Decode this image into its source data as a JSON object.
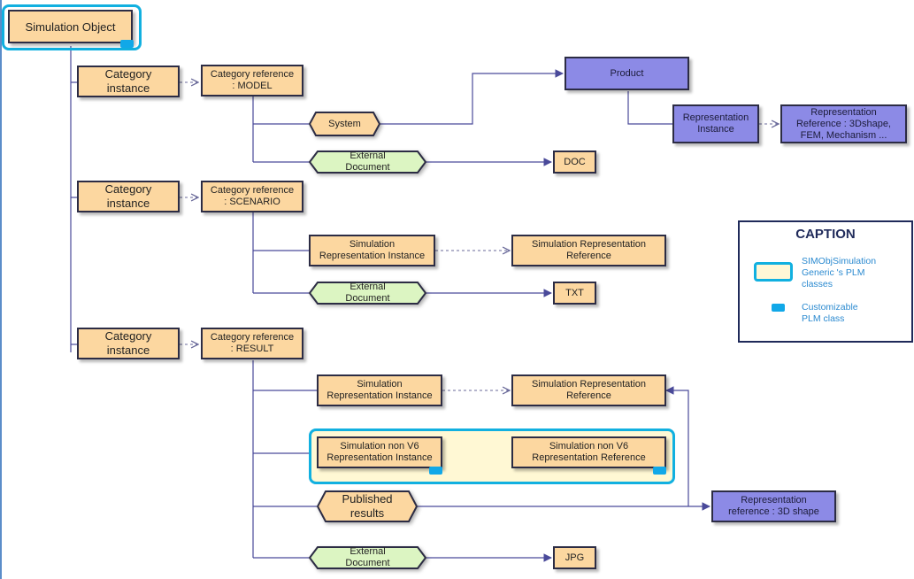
{
  "nodes": {
    "simulation_object": "Simulation Object",
    "cat_inst_model": "Category\ninstance",
    "cat_ref_model": "Category reference\n: MODEL",
    "system": "System",
    "product": "Product",
    "rep_instance": "Representation\nInstance",
    "rep_reference": "Representation\nReference : 3Dshape,\nFEM, Mechanism ...",
    "ext_doc_1": "External\nDocument",
    "doc": "DOC",
    "cat_inst_scenario": "Category\ninstance",
    "cat_ref_scenario": "Category reference\n: SCENARIO",
    "sim_rep_inst_1": "Simulation\nRepresentation Instance",
    "sim_rep_ref_1": "Simulation Representation\nReference",
    "ext_doc_2": "External\nDocument",
    "txt": "TXT",
    "cat_inst_result": "Category\ninstance",
    "cat_ref_result": "Category reference\n: RESULT",
    "sim_rep_inst_2": "Simulation\nRepresentation Instance",
    "sim_rep_ref_2": "Simulation Representation\nReference",
    "nonv6_inst": "Simulation non V6\nRepresentation Instance",
    "nonv6_ref": "Simulation non V6\nRepresentation Reference",
    "published": "Published\nresults",
    "rep_ref_3d": "Representation\nreference : 3D shape",
    "ext_doc_3": "External\nDocument",
    "jpg": "JPG"
  },
  "caption": {
    "title": "CAPTION",
    "generic_label": "SIMObjSimulation\nGeneric 's PLM\nclasses",
    "customizable_label": "Customizable\nPLM class"
  },
  "colors": {
    "orange_box": "#fcd7a0",
    "blue_box": "#8c8ae6",
    "green_hex": "#dcf5c2",
    "highlight": "#11b0e0",
    "line": "#4a4a9a"
  }
}
